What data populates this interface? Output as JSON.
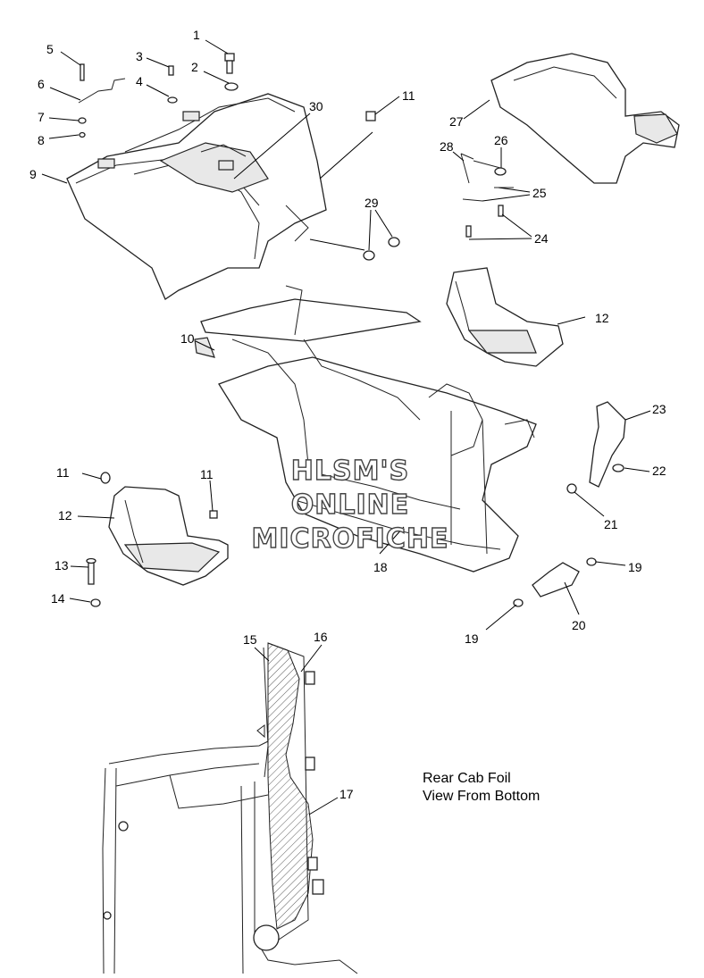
{
  "callouts": [
    {
      "id": "c1",
      "label": "1"
    },
    {
      "id": "c2",
      "label": "2"
    },
    {
      "id": "c3",
      "label": "3"
    },
    {
      "id": "c4",
      "label": "4"
    },
    {
      "id": "c5",
      "label": "5"
    },
    {
      "id": "c6",
      "label": "6"
    },
    {
      "id": "c7",
      "label": "7"
    },
    {
      "id": "c8",
      "label": "8"
    },
    {
      "id": "c9",
      "label": "9"
    },
    {
      "id": "c10",
      "label": "10"
    },
    {
      "id": "c11a",
      "label": "11"
    },
    {
      "id": "c11b",
      "label": "11"
    },
    {
      "id": "c11c",
      "label": "11"
    },
    {
      "id": "c12a",
      "label": "12"
    },
    {
      "id": "c12b",
      "label": "12"
    },
    {
      "id": "c13",
      "label": "13"
    },
    {
      "id": "c14",
      "label": "14"
    },
    {
      "id": "c15",
      "label": "15"
    },
    {
      "id": "c16",
      "label": "16"
    },
    {
      "id": "c17",
      "label": "17"
    },
    {
      "id": "c18",
      "label": "18"
    },
    {
      "id": "c19a",
      "label": "19"
    },
    {
      "id": "c19b",
      "label": "19"
    },
    {
      "id": "c20",
      "label": "20"
    },
    {
      "id": "c21",
      "label": "21"
    },
    {
      "id": "c22",
      "label": "22"
    },
    {
      "id": "c23",
      "label": "23"
    },
    {
      "id": "c24",
      "label": "24"
    },
    {
      "id": "c25",
      "label": "25"
    },
    {
      "id": "c26",
      "label": "26"
    },
    {
      "id": "c27",
      "label": "27"
    },
    {
      "id": "c28",
      "label": "28"
    },
    {
      "id": "c29",
      "label": "29"
    },
    {
      "id": "c30",
      "label": "30"
    }
  ],
  "note": {
    "line1": "Rear Cab Foil",
    "line2": "View From Bottom"
  },
  "watermark": {
    "line1": "HLSM'S",
    "line2": "ONLINE",
    "line3": "MICROFICHE"
  }
}
